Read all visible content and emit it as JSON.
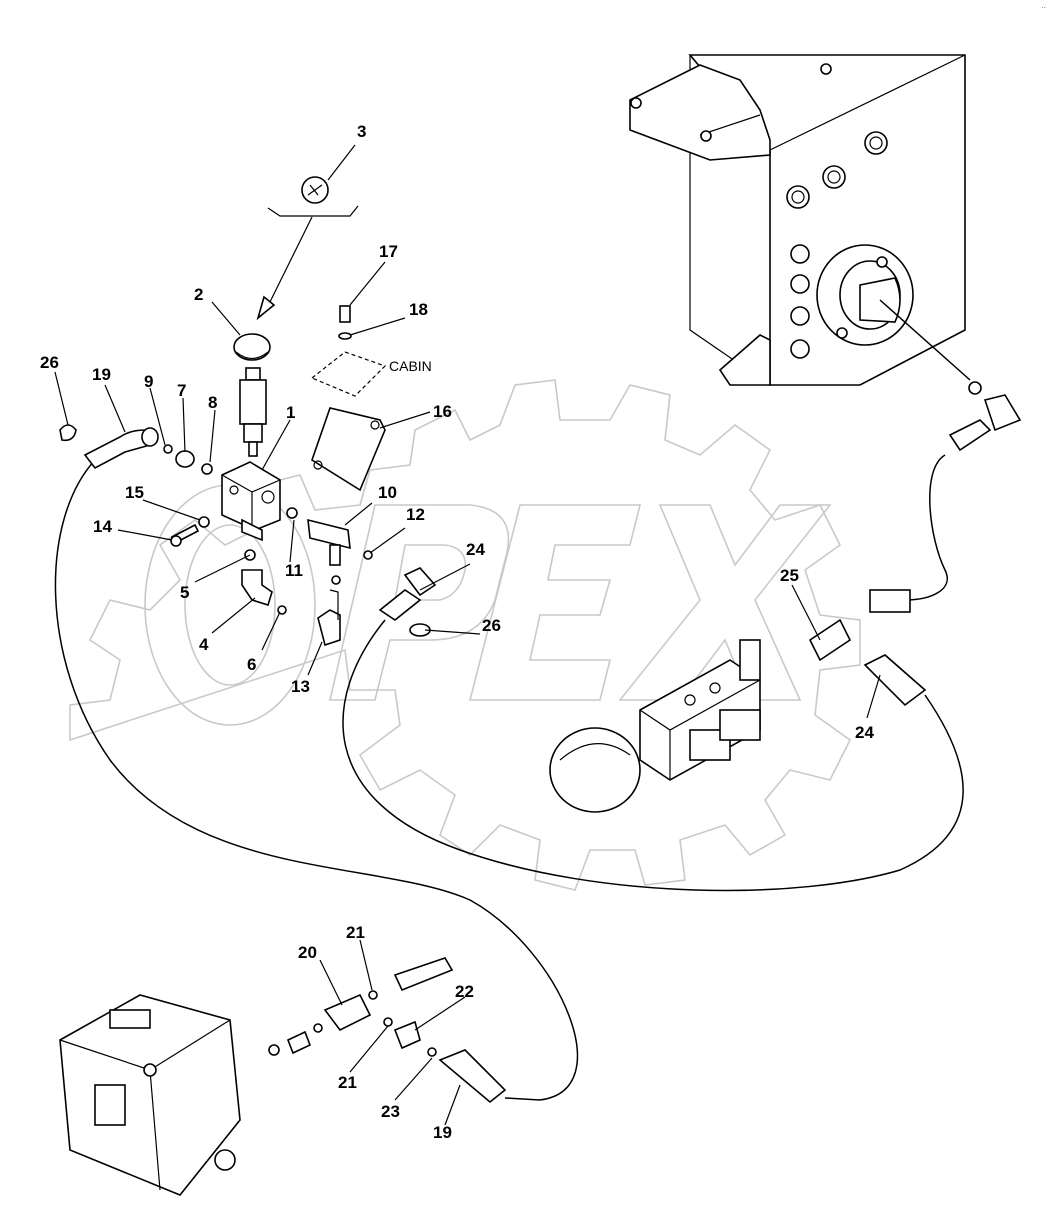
{
  "corner_code": "..",
  "watermark": "OPEX",
  "annotation": "CABIN",
  "callouts": [
    "1",
    "2",
    "3",
    "4",
    "5",
    "6",
    "7",
    "8",
    "9",
    "10",
    "11",
    "12",
    "13",
    "14",
    "15",
    "16",
    "17",
    "18",
    "19",
    "19",
    "20",
    "21",
    "21",
    "22",
    "23",
    "24",
    "24",
    "25",
    "26",
    "26"
  ],
  "colors": {
    "lines": "#000000",
    "watermark": "#c9c9c9",
    "background": "#ffffff"
  }
}
